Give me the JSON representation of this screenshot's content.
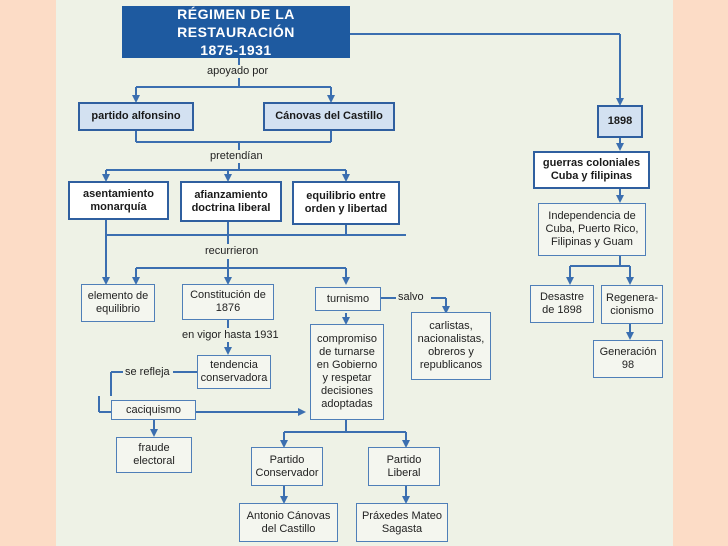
{
  "title": {
    "line1": "RÉGIMEN DE LA RESTAURACIÓN",
    "line2": "1875-1931"
  },
  "connectors": {
    "apoyado": "apoyado por",
    "pretendian": "pretendían",
    "recurrieron": "recurrieron",
    "salvo": "salvo",
    "vigor": "en vigor hasta 1931",
    "refleja": "se refleja"
  },
  "nodes": {
    "alfonsino": "partido alfonsino",
    "canovas": "Cánovas del Castillo",
    "asentamiento": "asentamiento monarquía",
    "afianzamiento": "afianzamiento doctrina liberal",
    "equilibrio_orden": "equilibrio entre orden y libertad",
    "elemento": "elemento de equilibrio",
    "constitucion": "Constitución de 1876",
    "turnismo": "turnismo",
    "carlistas": "carlistas, nacionalistas, obreros y republicanos",
    "tendencia": "tendencia conservadora",
    "compromiso": "compromiso de turnarse en Gobierno y respetar decisiones adoptadas",
    "caciquismo": "caciquismo",
    "fraude": "fraude electoral",
    "p_conservador": "Partido Conservador",
    "p_liberal": "Partido Liberal",
    "antonio": "Antonio Cánovas del Castillo",
    "praxedes": "Práxedes Mateo Sagasta",
    "y1898": "1898",
    "guerras": "guerras coloniales Cuba y filipinas",
    "independencia": "Independencia de Cuba, Puerto Rico, Filipinas y Guam",
    "desastre": "Desastre de 1898",
    "regeneracionismo": "Regenera-cionismo",
    "generacion": "Generación 98"
  },
  "colors": {
    "line": "#3b6fb0",
    "title_bg": "#1e5aa0",
    "highlight": "#d3e1f1",
    "page_bg": "#fcdcc6"
  }
}
